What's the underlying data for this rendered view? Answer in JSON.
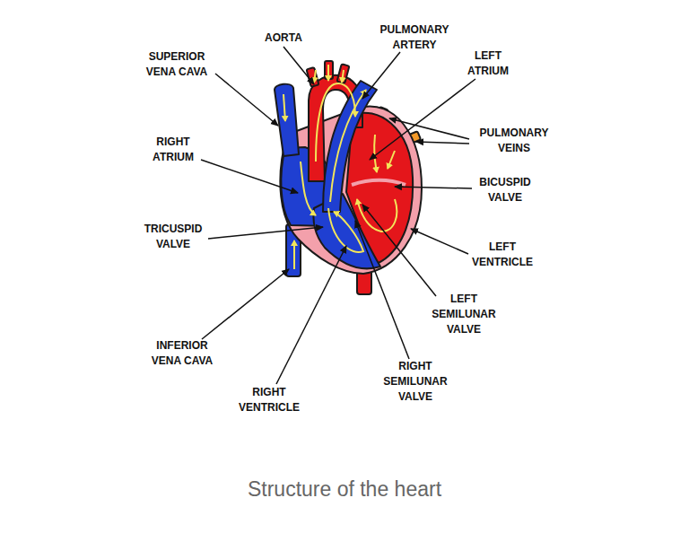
{
  "diagram": {
    "caption": "Structure of the heart",
    "labels": [
      "AORTA",
      "PULMONARY ARTERY",
      "LEFT ATRIUM",
      "SUPERIOR VENA CAVA",
      "PULMONARY VEINS",
      "RIGHT ATRIUM",
      "BICUSPID VALVE",
      "TRICUSPID VALVE",
      "LEFT VENTRICLE",
      "LEFT SEMILUNAR VALVE",
      "INFERIOR VENA CAVA",
      "RIGHT SEMILUNAR VALVE",
      "RIGHT VENTRICLE"
    ]
  }
}
